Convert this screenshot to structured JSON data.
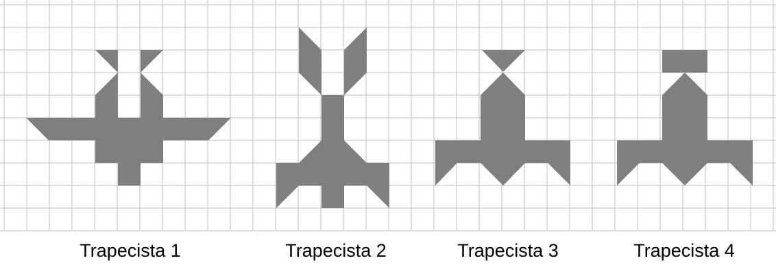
{
  "colors": {
    "grid_line": "#bdbdbd",
    "shape_fill": "#7f7f7f",
    "background": "#ffffff"
  },
  "figures": [
    {
      "id": "trapecista-1",
      "label": "Trapecista 1"
    },
    {
      "id": "trapecista-2",
      "label": "Trapecista 2"
    },
    {
      "id": "trapecista-3",
      "label": "Trapecista 3"
    },
    {
      "id": "trapecista-4",
      "label": "Trapecista 4"
    }
  ]
}
